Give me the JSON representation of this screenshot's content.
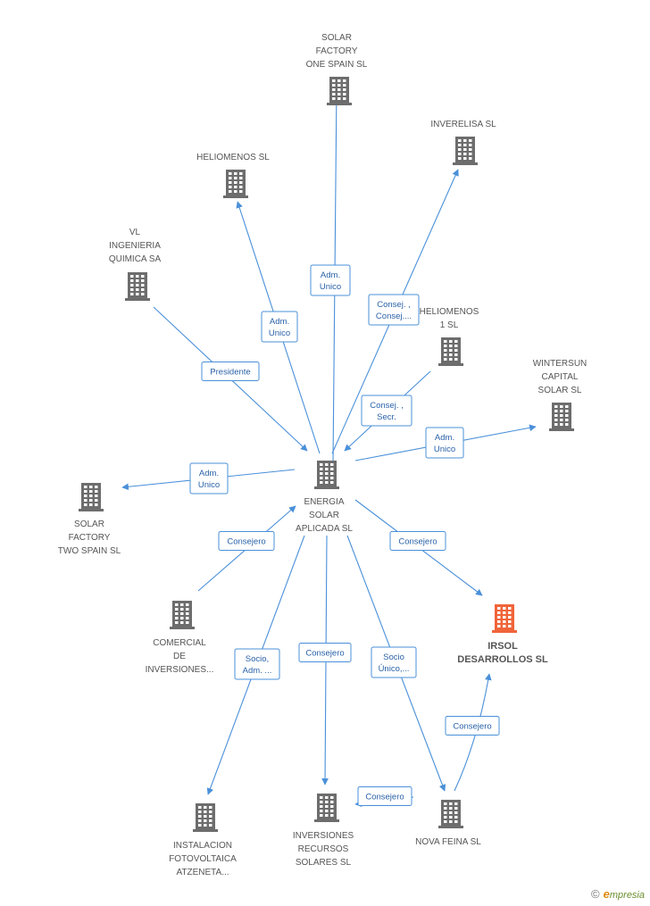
{
  "colors": {
    "edge": "#4a90d9",
    "building": "#6d6d6d",
    "building_focus": "#f0643a",
    "label": "#555555",
    "edge_label_text": "#2a62a8"
  },
  "nodes": [
    {
      "id": "energia",
      "lines": [
        "ENERGIA",
        "SOLAR",
        "APLICADA SL"
      ]
    },
    {
      "id": "solar_one",
      "lines": [
        "SOLAR",
        "FACTORY",
        "ONE SPAIN SL"
      ]
    },
    {
      "id": "inverelisa",
      "lines": [
        "INVERELISA SL"
      ]
    },
    {
      "id": "heliomenos",
      "lines": [
        "HELIOMENOS SL"
      ]
    },
    {
      "id": "vl",
      "lines": [
        "VL",
        "INGENIERIA",
        "QUIMICA SA"
      ]
    },
    {
      "id": "heliomenos1",
      "lines": [
        "HELIOMENOS",
        "1  SL"
      ]
    },
    {
      "id": "wintersun",
      "lines": [
        "WINTERSUN",
        "CAPITAL",
        "SOLAR SL"
      ]
    },
    {
      "id": "solar_two",
      "lines": [
        "SOLAR",
        "FACTORY",
        "TWO SPAIN SL"
      ]
    },
    {
      "id": "irsol",
      "lines": [
        "IRSOL",
        "DESARROLLOS SL"
      ],
      "focus": true
    },
    {
      "id": "comercial",
      "lines": [
        "COMERCIAL",
        "DE",
        "INVERSIONES..."
      ]
    },
    {
      "id": "instalacion",
      "lines": [
        "INSTALACION",
        "FOTOVOLTAICA",
        "ATZENETA..."
      ]
    },
    {
      "id": "inversiones",
      "lines": [
        "INVERSIONES",
        "RECURSOS",
        "SOLARES SL"
      ]
    },
    {
      "id": "nova",
      "lines": [
        "NOVA FEINA SL"
      ]
    }
  ],
  "edges": [
    {
      "id": "e1",
      "lines": [
        "Adm.",
        "Unico"
      ]
    },
    {
      "id": "e2",
      "lines": [
        "Consej. ,",
        "Consej...."
      ]
    },
    {
      "id": "e3",
      "lines": [
        "Adm.",
        "Unico"
      ]
    },
    {
      "id": "e4",
      "lines": [
        "Presidente"
      ]
    },
    {
      "id": "e5",
      "lines": [
        "Consej. ,",
        "Secr."
      ]
    },
    {
      "id": "e6",
      "lines": [
        "Adm.",
        "Unico"
      ]
    },
    {
      "id": "e7",
      "lines": [
        "Adm.",
        "Unico"
      ]
    },
    {
      "id": "e8",
      "lines": [
        "Consejero"
      ]
    },
    {
      "id": "e9",
      "lines": [
        "Consejero"
      ]
    },
    {
      "id": "e10",
      "lines": [
        "Socio,",
        "Adm. ..."
      ]
    },
    {
      "id": "e11",
      "lines": [
        "Consejero"
      ]
    },
    {
      "id": "e12",
      "lines": [
        "Socio",
        "Único,..."
      ]
    },
    {
      "id": "e13",
      "lines": [
        "Consejero"
      ]
    },
    {
      "id": "e14",
      "lines": [
        "Consejero"
      ]
    }
  ],
  "watermark": {
    "copyright": "©",
    "brand_initial": "e",
    "brand_rest": "mpresia"
  }
}
